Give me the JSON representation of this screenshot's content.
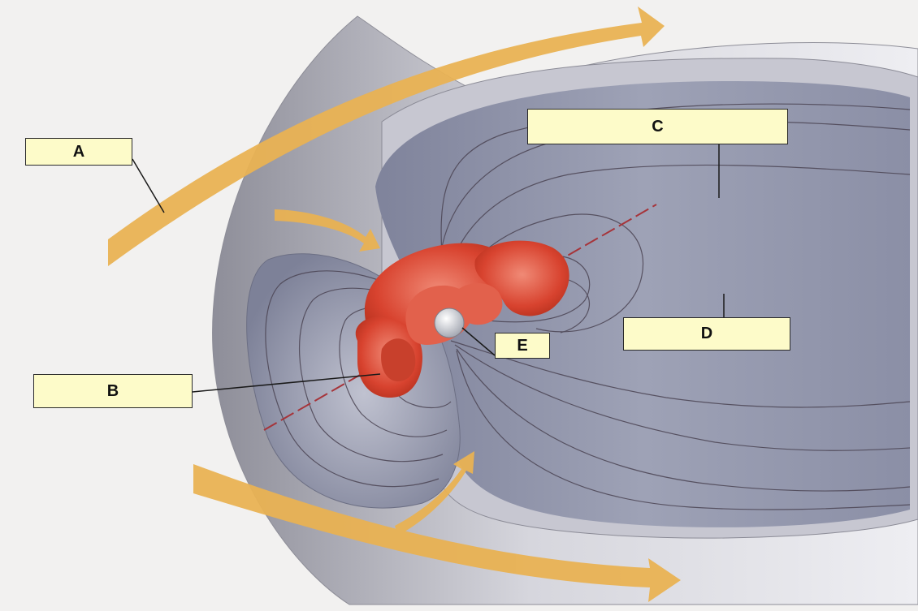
{
  "labels": {
    "a": "A",
    "b": "B",
    "c": "C",
    "d": "D",
    "e": "E"
  },
  "colors": {
    "background": "#f2f1f0",
    "magnetosphere_outer": "#c9c9d2",
    "magnetosphere_inner": "#9497ac",
    "field_lines": "#4b4453",
    "radiation_belts": "#d8432f",
    "solar_wind_arrows": "#e9b253",
    "label_fill": "#fdfbc9",
    "earth": "#d9dbe0"
  }
}
